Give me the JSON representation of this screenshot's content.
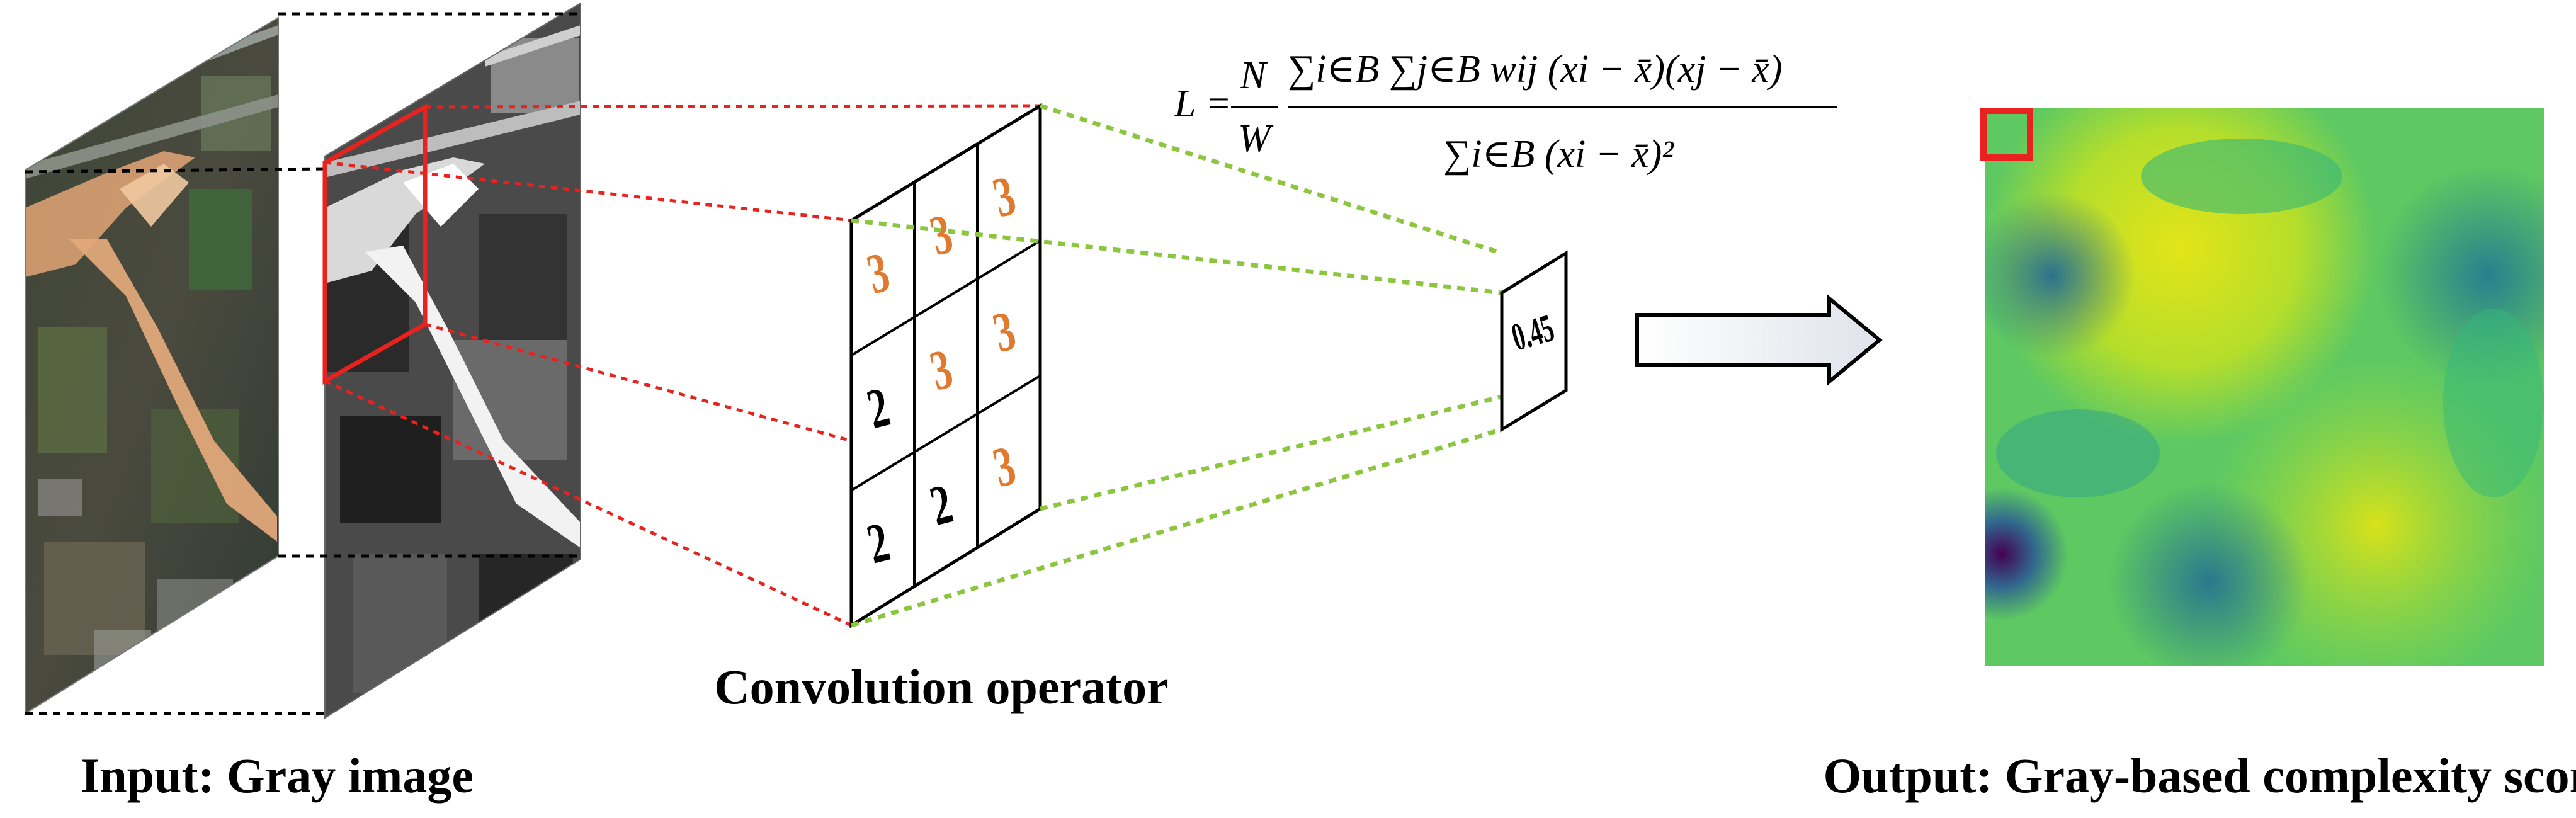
{
  "labels": {
    "input": "Input: Gray image",
    "conv": "Convolution operator",
    "output": "Output: Gray-based complexity score",
    "result_value": "0.45"
  },
  "formula": {
    "lhs": "L =",
    "frac_num": "N",
    "frac_den": "W",
    "numerator": "∑i∈B ∑j∈B wij (xi − x̄)(xj − x̄)",
    "denominator": "∑i∈B (xi − x̄)²"
  },
  "kernel": {
    "cells": [
      {
        "value": "3",
        "color": "#e07a2e"
      },
      {
        "value": "3",
        "color": "#e07a2e"
      },
      {
        "value": "3",
        "color": "#e07a2e"
      },
      {
        "value": "2",
        "color": "#000000"
      },
      {
        "value": "3",
        "color": "#e07a2e"
      },
      {
        "value": "3",
        "color": "#e07a2e"
      },
      {
        "value": "2",
        "color": "#000000"
      },
      {
        "value": "2",
        "color": "#000000"
      },
      {
        "value": "3",
        "color": "#e07a2e"
      }
    ]
  },
  "colors": {
    "red_lines": "#e8231f",
    "green_lines": "#8cc63f",
    "black_dashes": "#000000",
    "highlight_box": "#e8231f"
  }
}
